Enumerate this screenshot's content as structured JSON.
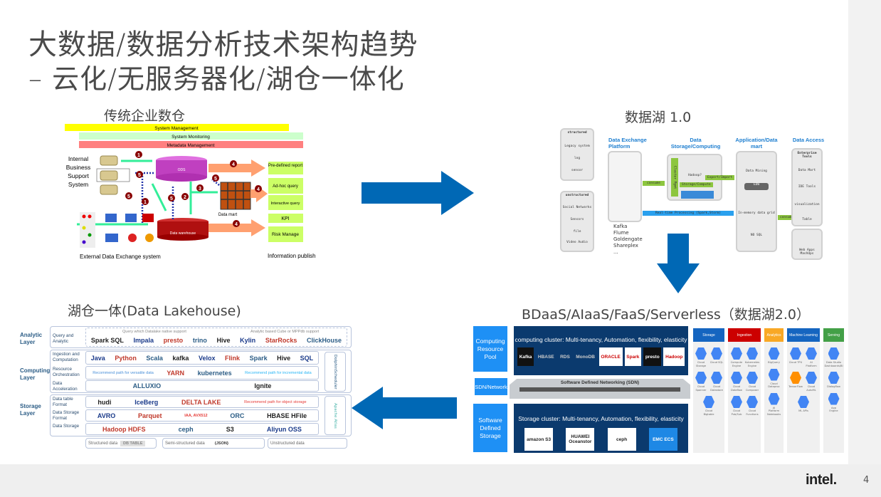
{
  "title": {
    "line1": "大数据/数据分析技术架构趋势",
    "line2": "– 云化/无服务器化/湖仓一体化"
  },
  "sections": {
    "traditional": "传统企业数仓",
    "lake1": "数据湖 1.0",
    "lakehouse": "湖仓一体(Data Lakehouse)",
    "lake2": "BDaaS/AIaaS/FaaS/Serverless（数据湖2.0）"
  },
  "colors": {
    "arrow": "#0068b5",
    "navy": "#0b3a6e",
    "pool": "#1e90f5"
  },
  "dw": {
    "sys_mgmt": "System Management",
    "sys_mon": "System Monitoring",
    "meta": "Metadata Management",
    "internal": [
      "Internal",
      "Business",
      "Support",
      "System"
    ],
    "ods": "ODS",
    "warehouse": "Data warehouse",
    "mart": "Data mart",
    "outputs": [
      "Pre-defined report",
      "Ad-hoc query",
      "Interactive query",
      "KPI",
      "Risk Manage"
    ],
    "external": "External Data Exchange system",
    "publish": "Information publish",
    "steps": [
      "1",
      "1",
      "2",
      "3",
      "4",
      "4",
      "4",
      "5",
      "5",
      "5",
      "5"
    ]
  },
  "lake1": {
    "structured": "structured",
    "struct_items": [
      "Legacy system",
      "log",
      "sensor"
    ],
    "unstructured": "unstructured",
    "unstruct_items": [
      "Social Networks",
      "Sensors",
      "file",
      "Video Audio"
    ],
    "exchange": "Data Exchange Platform",
    "storage": "Data Storage/Computing",
    "app": "Application/Data mart",
    "access": "Data Access",
    "tools": [
      "Kafka",
      "Flume",
      "Goldengate",
      "Shareplex",
      "..."
    ],
    "consume": "consume",
    "hadoop": "Hadoop?",
    "storage_compute": "Storage/Compute",
    "cluster": "Cluster Mgmt",
    "export": "Export/Import",
    "realtime": "Real-time Processing (Spark,Storm)",
    "mining": "Data Mining",
    "edw": "EDW",
    "grid": "In-memory data grid",
    "nosql": "NO SQL",
    "consume2": "consume",
    "access_items": [
      "Enterprise Tools",
      "Data Mart",
      "IDE Tools",
      "visualization",
      "Table",
      "Web Apps MashUps"
    ]
  },
  "lakehouse": {
    "layers": {
      "analytic": "Analytic Layer",
      "computing": "Computing Layer",
      "storage": "Storage Layer"
    },
    "rows": [
      {
        "label": "Query and Analytic",
        "items": [
          "Spark SQL",
          "Impala",
          "presto",
          "trino",
          "Hive",
          "Kylin",
          "StarRocks",
          "ClickHouse"
        ]
      },
      {
        "label": "Ingestion and Computation",
        "items": [
          "Java",
          "Python",
          "Scala",
          "kafka",
          "Velox",
          "Flink",
          "Spark",
          "Hive",
          "SQL"
        ]
      },
      {
        "label": "Resource Orchestration",
        "items": [
          "YARN",
          "kubernetes"
        ]
      },
      {
        "label": "Data Acceleration",
        "items": [
          "ALLUXIO",
          "Ignite"
        ]
      },
      {
        "label": "Data table Format",
        "items": [
          "hudi",
          "IceBerg",
          "DELTA LAKE"
        ]
      },
      {
        "label": "Data Storage Format",
        "items": [
          "AVRO",
          "Parquet",
          "ORC",
          "HBASE HFile"
        ]
      },
      {
        "label": "Data Storage",
        "items": [
          "Hadoop HDFS",
          "ceph",
          "S3",
          "Aliyun OSS"
        ]
      }
    ],
    "notes": {
      "native": "Query which Datalake native support",
      "cube": "Analytic based Cube or MPPdb support",
      "versatile": "Recommend path for versatile data",
      "incremental": "Recommend path for incremental data",
      "object": "Recommend path for object storage",
      "iaa": "IAA, AVX512"
    },
    "scheduler": "DolphinScheduler",
    "atlas": "Apache Atlas",
    "bottom": {
      "structured": "Structured data",
      "dbtable": "DB TABLE",
      "semi": "Semi-structured data",
      "json": "{JSON}",
      "unstructured": "Unstructured data"
    }
  },
  "lake2": {
    "pool": "Computing Resource Pool",
    "compute": "computing cluster: Multi-tenancy, Automation, flexibility, elasticity",
    "compute_logos": [
      "Kafka",
      "HBASE",
      "RDS",
      "MonoDB",
      "ORACLE",
      "Spark",
      "presto",
      "Hadoop"
    ],
    "sdn_label": "SDN/Network",
    "sdn": "Software Defined Networking (SDN)",
    "sds": "Software Defined Storage",
    "storage": "Storage cluster: Multi-tenancy, Automation, flexibility, elasticity",
    "storage_logos": [
      "amazon S3",
      "HUAWEI Oceanstor",
      "ceph",
      "EMC ECS"
    ],
    "gcp": [
      {
        "name": "Storage",
        "color": "#1565c0",
        "items": [
          "Cloud Storage",
          "Cloud SQL",
          "Cloud Spanner",
          "Cloud Datastore",
          "Cloud Bigtable"
        ]
      },
      {
        "name": "Ingestion",
        "color": "#cc0000",
        "items": [
          "Compute Engine",
          "Kubernetes Engine",
          "Cloud Dataflow",
          "Cloud Composer",
          "Cloud Pub/Sub",
          "Cloud Functions"
        ]
      },
      {
        "name": "Analytics",
        "color": "#f9a825",
        "items": [
          "BigQuery",
          "Cloud Dataproc",
          "AI Platform Notebooks"
        ]
      },
      {
        "name": "Machine Learning",
        "color": "#1565c0",
        "items": [
          "Cloud TPU",
          "AI Platform",
          "TensorFlow",
          "Cloud AutoML",
          "ML APIs"
        ]
      },
      {
        "name": "Serving",
        "color": "#43a047",
        "items": [
          "Data Studio Dashboards/BI",
          "Dialogflow",
          "App Engine"
        ]
      }
    ]
  },
  "footer": {
    "logo": "intel.",
    "page": "4"
  }
}
